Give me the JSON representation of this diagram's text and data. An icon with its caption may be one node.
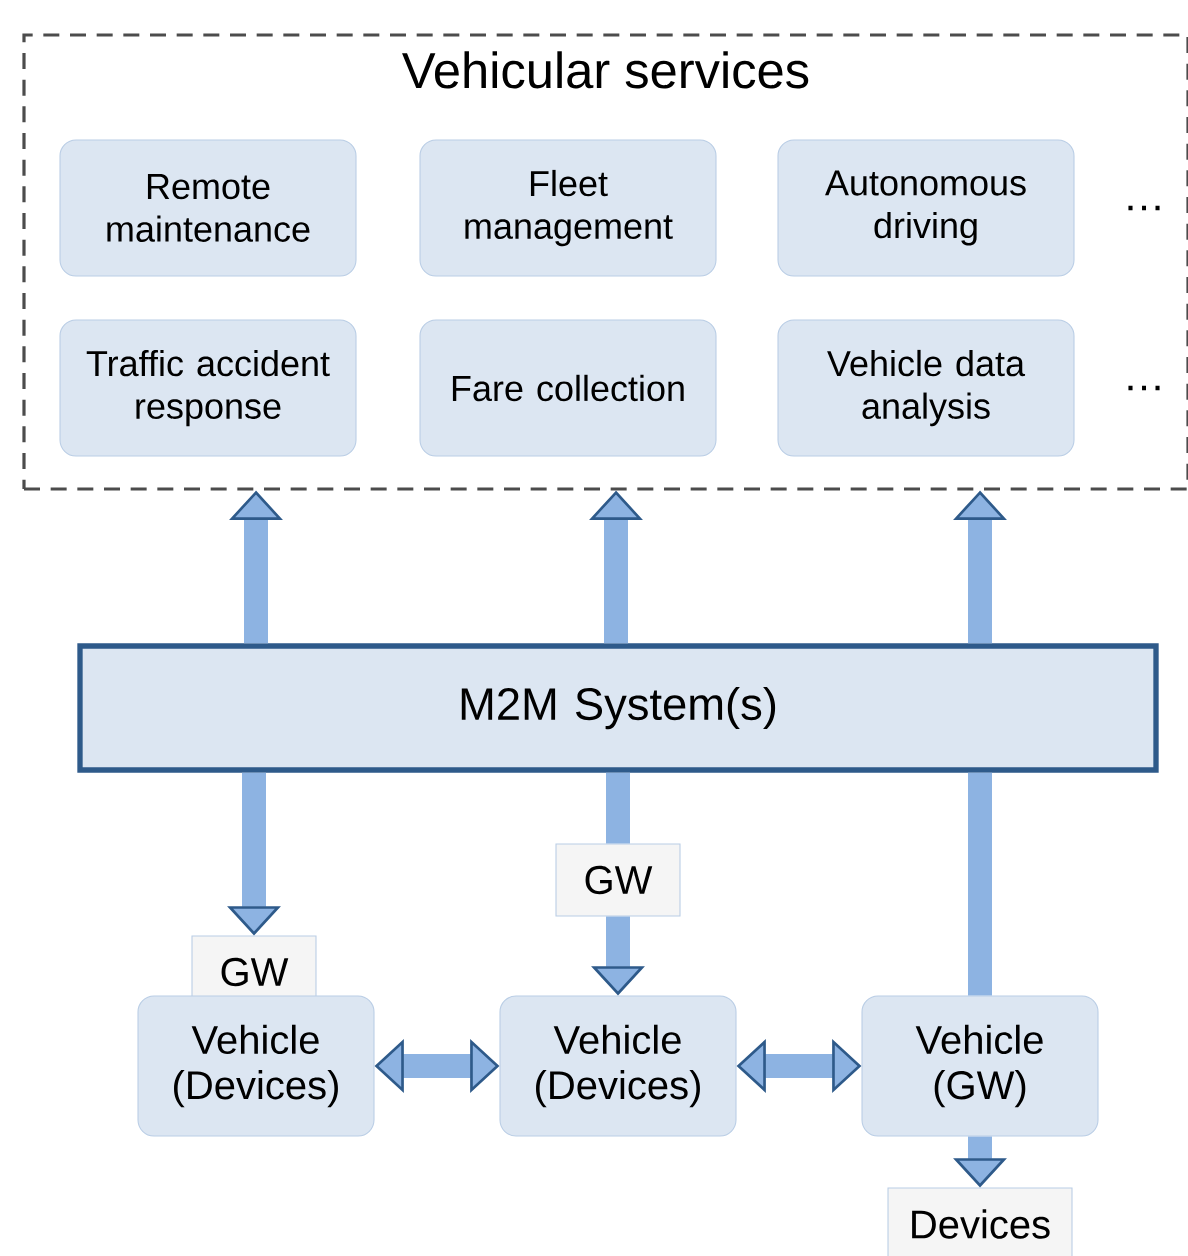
{
  "diagram": {
    "nodes": [
      {
        "text": [
          "Vehicular services"
        ]
      },
      {
        "text": [
          "Remote maintenance"
        ],
        "in": 0
      },
      {
        "text": [
          "Fleet management"
        ],
        "in": 0
      },
      {
        "text": [
          "Autonomous driving"
        ],
        "in": 0
      },
      {
        "text": [
          "Traffic accident response"
        ],
        "in": 0
      },
      {
        "text": [
          "Fare collection"
        ],
        "in": 0
      },
      {
        "text": [
          "Vehicle data analysis"
        ],
        "in": 0
      },
      {
        "text": [
          "M2M System(s)"
        ]
      },
      {
        "text": [
          "GW"
        ]
      },
      {
        "text": [
          "GW"
        ]
      },
      {
        "text": [
          "Vehicle (Devices)"
        ]
      },
      {
        "text": [
          "Vehicle (Devices)"
        ]
      },
      {
        "text": [
          "Vehicle (GW)"
        ]
      },
      {
        "text": [
          "Devices"
        ]
      }
    ],
    "edges": [
      {
        "from": 7,
        "to": 0,
        "arrow": "to"
      },
      {
        "from": 7,
        "to": 0,
        "arrow": "to"
      },
      {
        "from": 7,
        "to": 0,
        "arrow": "to"
      },
      {
        "from": 7,
        "to": 8,
        "arrow": "to"
      },
      {
        "from": 7,
        "to": 9,
        "arrow": "none"
      },
      {
        "from": 9,
        "to": 11,
        "arrow": "to"
      },
      {
        "from": 7,
        "to": 12,
        "arrow": "none"
      },
      {
        "from": 12,
        "to": 13,
        "arrow": "to"
      },
      {
        "from": 10,
        "to": 11,
        "arrow": "both"
      },
      {
        "from": 11,
        "to": 12,
        "arrow": "both"
      }
    ],
    "labels": [
      "…",
      "…"
    ]
  }
}
